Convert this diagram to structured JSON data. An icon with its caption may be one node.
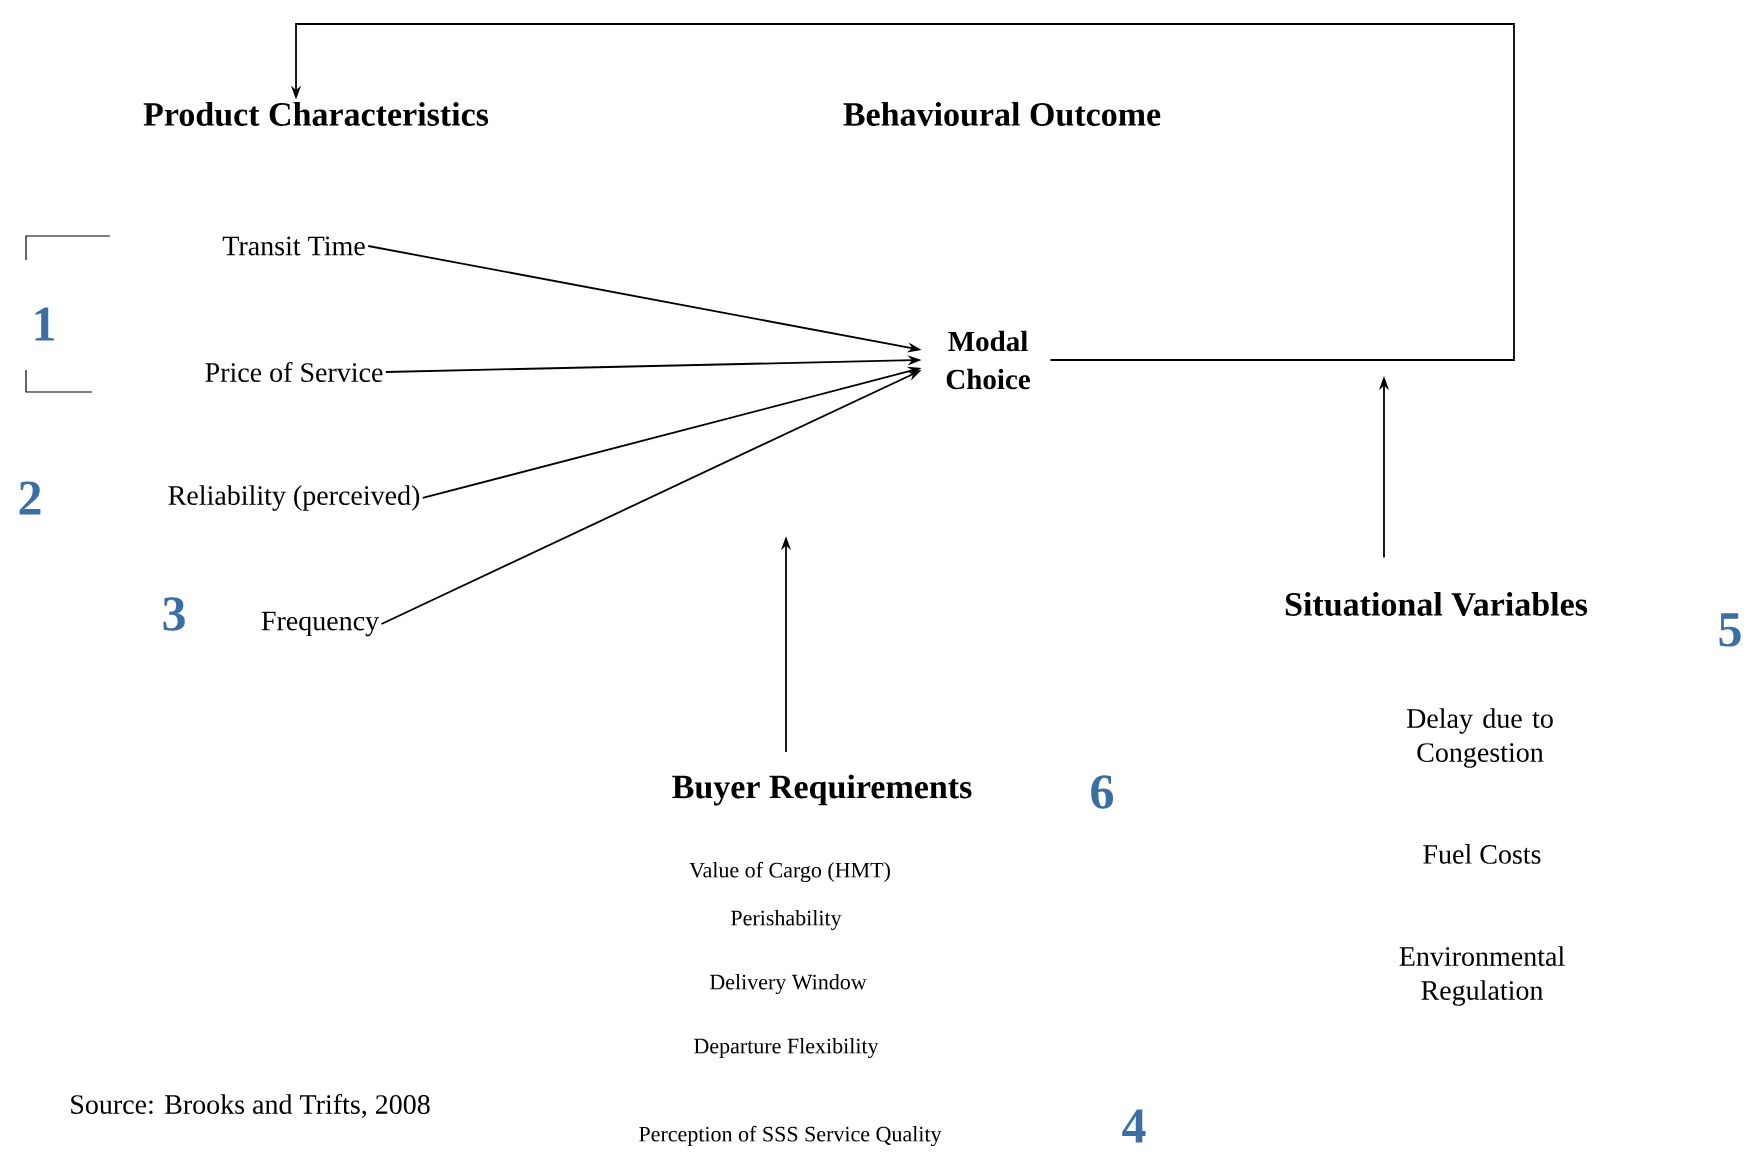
{
  "diagram": {
    "nodes": [
      {
        "text": [
          "Product Characteristics"
        ]
      },
      {
        "text": [
          "Transit Time"
        ]
      },
      {
        "text": [
          "Price of Service"
        ]
      },
      {
        "text": [
          "Reliability (perceived)"
        ]
      },
      {
        "text": [
          "Frequency"
        ]
      },
      {
        "text": [
          "Modal Choice"
        ]
      },
      {
        "text": [
          "Situational Variables"
        ]
      },
      {
        "text": [
          "Buyer Requirements"
        ]
      }
    ],
    "edges": [
      {
        "from": 1,
        "to": 5,
        "arrow": "to"
      },
      {
        "from": 2,
        "to": 5,
        "arrow": "to"
      },
      {
        "from": 3,
        "to": 5,
        "arrow": "to"
      },
      {
        "from": 4,
        "to": 5,
        "arrow": "to"
      },
      {
        "from": 5,
        "to": 0,
        "arrow": "to"
      },
      {
        "from": 6,
        "to": null,
        "arrow": "to"
      },
      {
        "from": 7,
        "to": null,
        "arrow": "to"
      }
    ],
    "labels": [
      "Behavioural Outcome",
      "1",
      "2",
      "3",
      "5",
      "Delay due to Congestion",
      "Fuel Costs",
      "Environmental Regulation",
      "6",
      "Value of Cargo (HMT)",
      "Perishability",
      "Delivery Window",
      "Departure Flexibility",
      "Source: Brooks and Trifts, 2008",
      "Perception of SSS Service Quality",
      "4"
    ]
  }
}
